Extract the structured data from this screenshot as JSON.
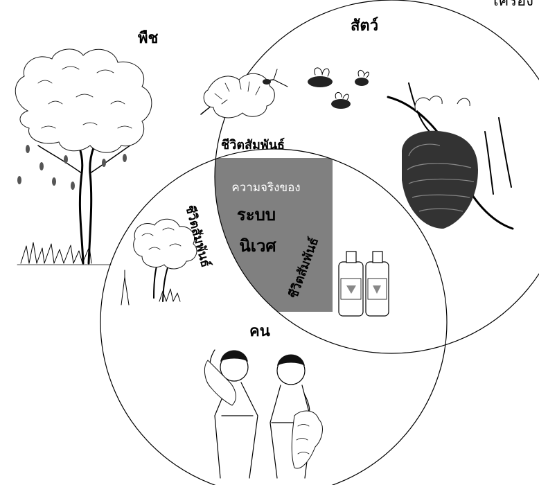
{
  "diagram": {
    "top_right_cut_text": "เครื่อง",
    "labels": {
      "plant": "พืช",
      "animal": "สัตว์",
      "human": "คน"
    },
    "relationships": {
      "plant_animal": "ชีวิตสัมพันธ์",
      "plant_human": "ชีวิตสัมพันธ์",
      "animal_human": "ชีวิตสัมพันธ์"
    },
    "center": {
      "line1": "ความจริงของ",
      "line2": "ระบบ",
      "line3": "นิเวศ"
    },
    "colors": {
      "center_fill": "#808080",
      "outline": "#000000",
      "background": "#ffffff"
    },
    "illustrations": [
      "mango-tree",
      "flowering-branch",
      "bees",
      "honeycomb-nest",
      "small-tree",
      "honey-bottles",
      "two-farmers"
    ]
  }
}
